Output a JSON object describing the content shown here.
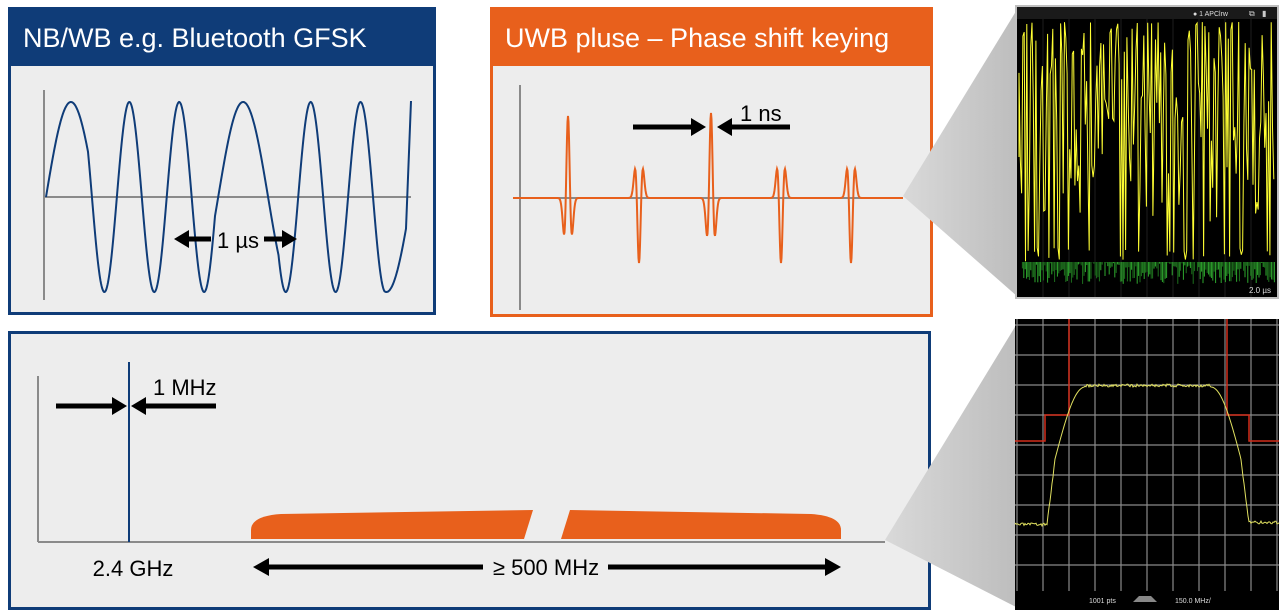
{
  "colors": {
    "nb_blue": "#0f3c78",
    "uwb_orange": "#e8601c",
    "panel_bg": "#ededed",
    "scope_yellow": "#ffff33",
    "scope_green": "#2ea82e",
    "scope_red": "#d22d1a"
  },
  "nb_panel": {
    "title": "NB/WB e.g. Bluetooth GFSK",
    "annotation": "1 µs"
  },
  "uwb_panel": {
    "title": "UWB pluse – Phase shift keying",
    "annotation": "1 ns"
  },
  "spectrum_panel": {
    "bandwidth_label": "1 MHz",
    "frequency_label": "2.4 GHz",
    "uwb_bandwidth_label": "≥ 500 MHz"
  },
  "scope_time": {
    "header": "● 1 APClrw",
    "timescale": "2.0 µs"
  },
  "scope_spectrum": {
    "points": "1001 pts",
    "span": "150.0 MHz/"
  }
}
